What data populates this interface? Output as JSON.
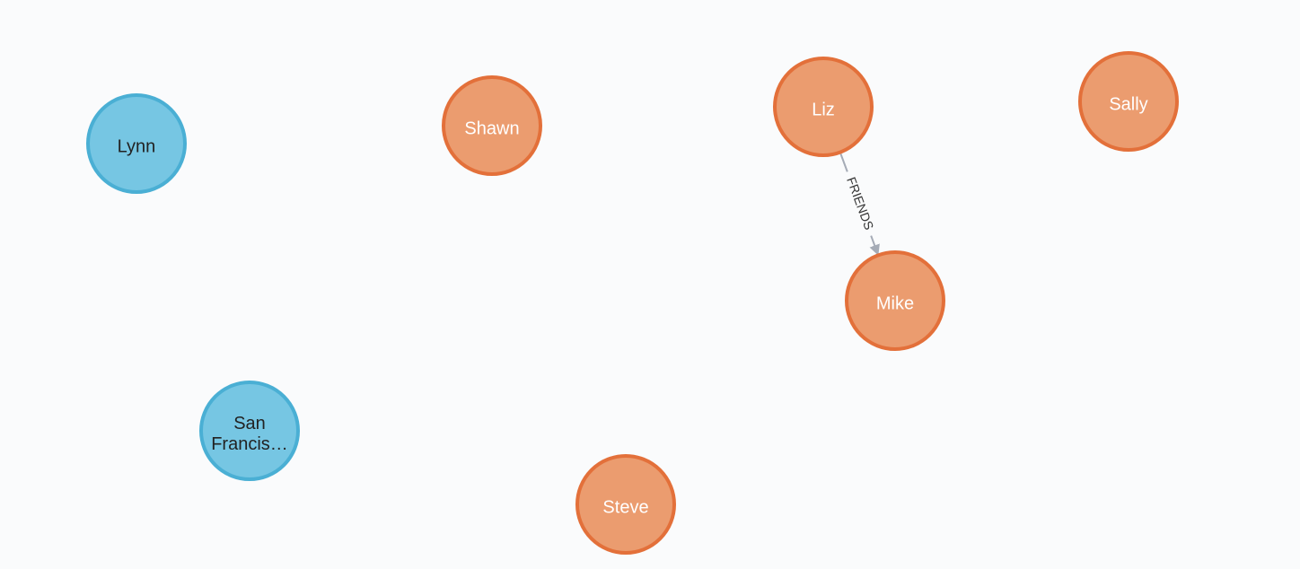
{
  "colors": {
    "background": "#fafbfc",
    "blue_fill": "#76c6e3",
    "blue_stroke": "#4aafd4",
    "blue_text": "#222222",
    "orange_fill": "#eb9c6f",
    "orange_stroke": "#e3703a",
    "orange_text": "#ffffff",
    "edge": "#a5abb6"
  },
  "graph": {
    "nodes": [
      {
        "id": "lynn",
        "lines": [
          "Lynn"
        ],
        "color": "blue"
      },
      {
        "id": "san-francisco",
        "lines": [
          "San",
          "Francis…"
        ],
        "color": "blue"
      },
      {
        "id": "shawn",
        "lines": [
          "Shawn"
        ],
        "color": "orange"
      },
      {
        "id": "steve",
        "lines": [
          "Steve"
        ],
        "color": "orange"
      },
      {
        "id": "liz",
        "lines": [
          "Liz"
        ],
        "color": "orange"
      },
      {
        "id": "mike",
        "lines": [
          "Mike"
        ],
        "color": "orange"
      },
      {
        "id": "sally",
        "lines": [
          "Sally"
        ],
        "color": "orange"
      }
    ],
    "edges": [
      {
        "source": "liz",
        "target": "mike",
        "label": "FRIENDS"
      }
    ]
  }
}
